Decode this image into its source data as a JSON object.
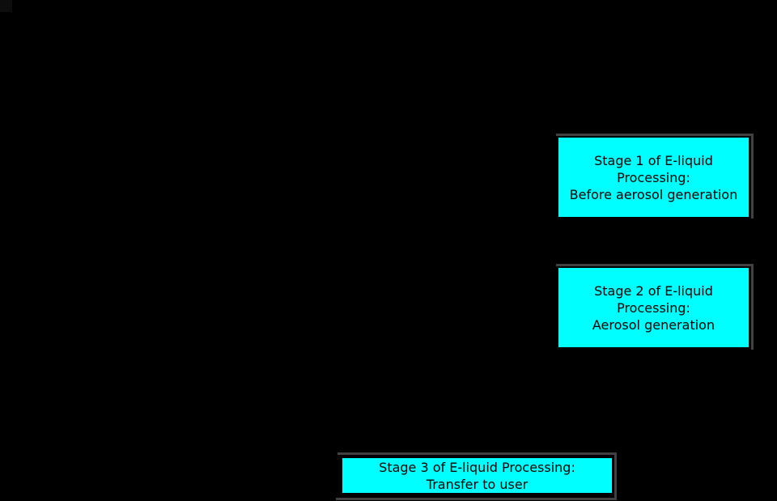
{
  "page": {
    "background": "#000000"
  },
  "diagram": {
    "type": "flowchart",
    "nodes": [
      {
        "id": "stage-1",
        "lines": [
          "Stage 1 of E-liquid",
          "Processing:",
          "Before aerosol generation"
        ]
      },
      {
        "id": "stage-2",
        "lines": [
          "Stage 2 of E-liquid",
          "Processing:",
          "Aerosol generation"
        ]
      },
      {
        "id": "stage-3",
        "lines": [
          "Stage 3 of E-liquid Processing:",
          "Transfer to user"
        ]
      }
    ],
    "colors": {
      "node_fill": "#00ffff",
      "node_text": "#000000",
      "node_shadow_line": "#414141",
      "background": "#000000"
    }
  }
}
